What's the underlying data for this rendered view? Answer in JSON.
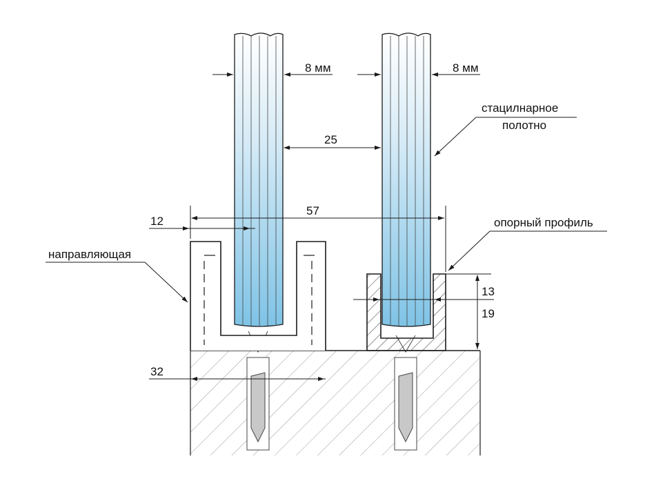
{
  "labels": {
    "glass_thickness_left": "8 мм",
    "glass_thickness_right": "8 мм",
    "stationary_panel_line1": "стацилнарное",
    "stationary_panel_line2": "полотно",
    "gap": "25",
    "overall_width": "57",
    "guide_offset": "12",
    "support_profile": "опорный профиль",
    "guide_rail": "направляющая",
    "profile_height_inner": "13",
    "profile_height_total": "19",
    "guide_width": "32"
  },
  "colors": {
    "glass_top": "#ffffff",
    "glass_bottom": "#7fc3e6",
    "line": "#1a1a1a",
    "hatch": "#9a9a9a",
    "screw": "#c8c8c8"
  }
}
